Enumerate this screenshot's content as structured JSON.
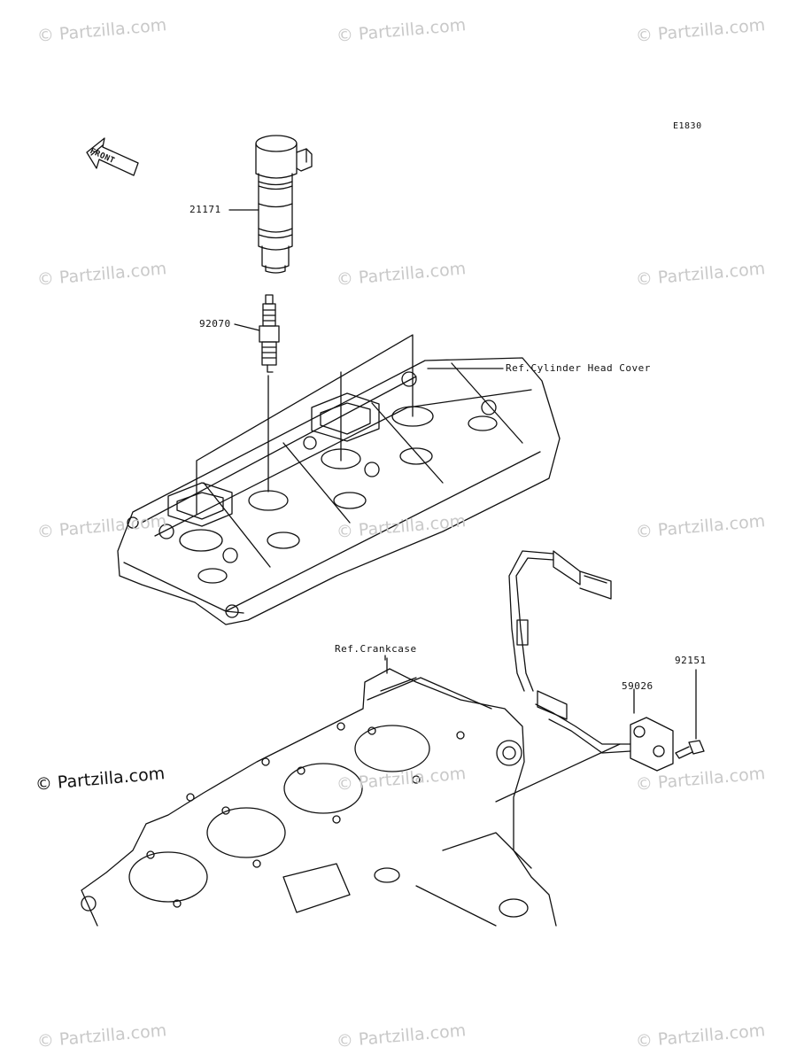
{
  "diagram": {
    "code": "E1830",
    "front_label": "FRONT",
    "parts": [
      {
        "number": "21171"
      },
      {
        "number": "92070"
      },
      {
        "number": "92151"
      },
      {
        "number": "59026"
      }
    ],
    "references": [
      {
        "text": "Ref.Cylinder Head Cover"
      },
      {
        "text": "Ref.Crankcase"
      }
    ]
  },
  "watermark": {
    "text": "© Partzilla.com",
    "copyright": "© Partzilla.com"
  },
  "colors": {
    "line": "#111111",
    "watermark": "#c9c9c9",
    "background": "#ffffff"
  }
}
